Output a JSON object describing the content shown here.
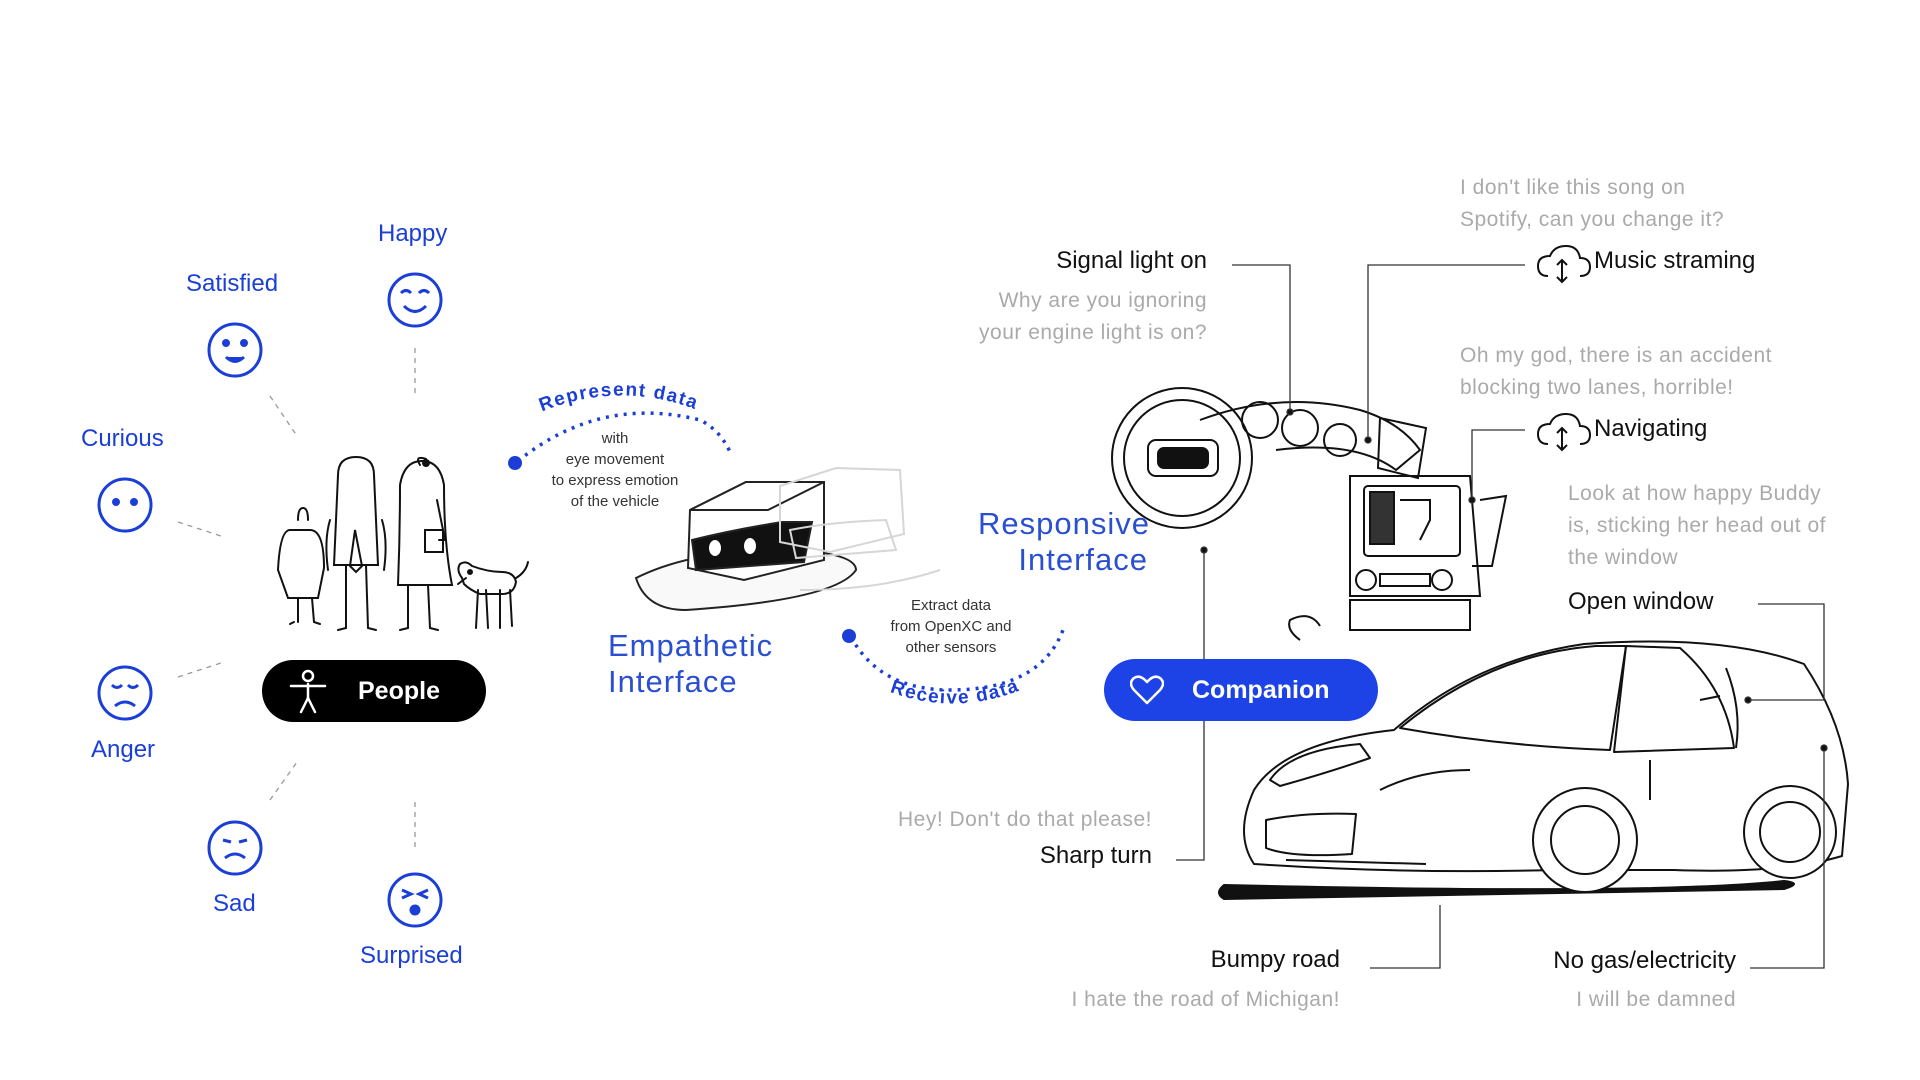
{
  "emotions": {
    "happy": "Happy",
    "satisfied": "Satisfied",
    "curious": "Curious",
    "anger": "Anger",
    "sad": "Sad",
    "surprised": "Surprised"
  },
  "people": {
    "label": "People",
    "icon": "person-icon"
  },
  "empathetic": {
    "label_line1": "Empathetic",
    "label_line2": "Interface",
    "represent_arc": "Represent data",
    "represent_note": [
      "with",
      "eye movement",
      "to express emotion",
      "of the vehicle"
    ],
    "receive_arc": "Receive data",
    "receive_note": [
      "Extract data",
      "from OpenXC and",
      "other sensors"
    ]
  },
  "responsive": {
    "label_line1": "Responsive",
    "label_line2": "Interface"
  },
  "companion": {
    "label": "Companion",
    "icon": "heart-icon"
  },
  "events": {
    "signal_light": {
      "label": "Signal light on",
      "quote": [
        "Why are you ignoring",
        "your engine light is on?"
      ]
    },
    "music": {
      "label": "Music straming",
      "icon": "cloud-sync-icon",
      "quote": [
        "I don't like this song on",
        "Spotify, can you change it?"
      ]
    },
    "navigating": {
      "label": "Navigating",
      "icon": "cloud-sync-icon",
      "quote": [
        "Oh my god, there is an accident",
        "blocking two lanes, horrible!"
      ]
    },
    "open_window": {
      "label": "Open window",
      "quote": [
        "Look at how happy Buddy",
        "is, sticking her head out of",
        "the window"
      ]
    },
    "sharp_turn": {
      "label": "Sharp turn",
      "quote": [
        "Hey! Don't do that please!"
      ]
    },
    "bumpy_road": {
      "label": "Bumpy road",
      "quote": [
        "I hate the road of Michigan!"
      ]
    },
    "no_gas": {
      "label": "No gas/electricity",
      "quote": [
        "I will be damned"
      ]
    }
  },
  "colors": {
    "accent": "#1b3fd6",
    "companion": "#1d43e6",
    "people_pill": "#000000",
    "quote_gray": "#aaaaaa"
  }
}
